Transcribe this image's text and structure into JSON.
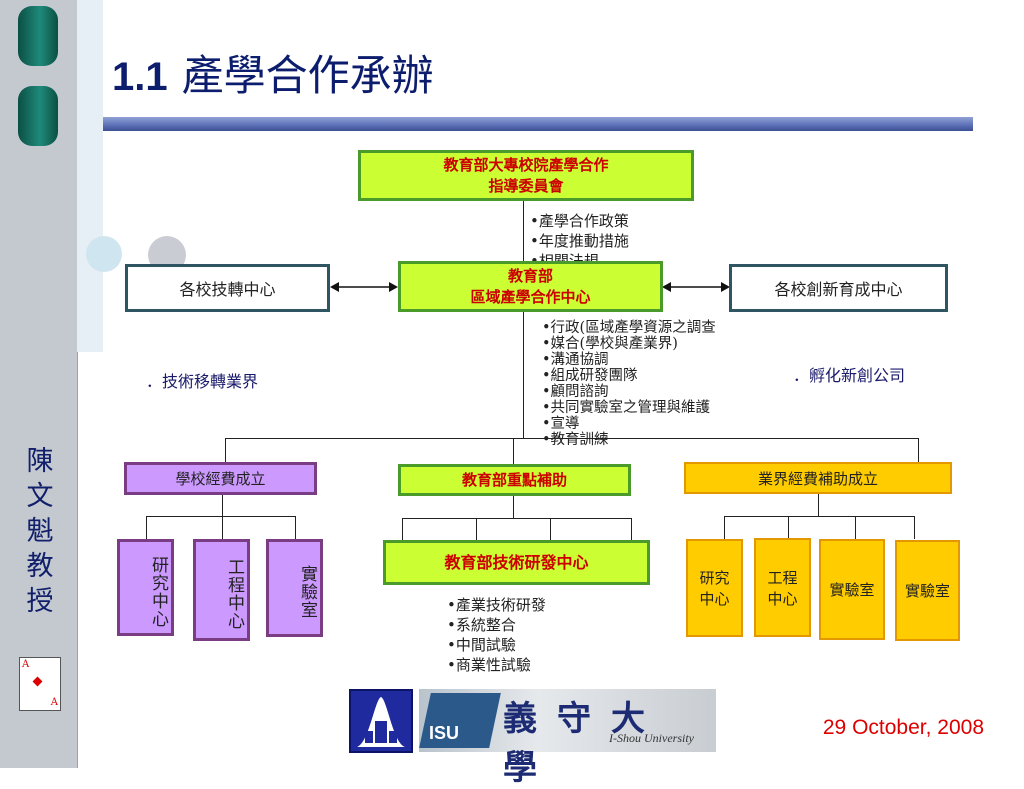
{
  "slide": {
    "title_number": "1.1",
    "title_text": "產學合作承辦",
    "author_vertical": [
      "陳",
      "文",
      "魁",
      "教",
      "授"
    ],
    "date": "29 October, 2008"
  },
  "top": {
    "committee": [
      "教育部大專校院產學合作",
      "指導委員會"
    ],
    "policy_bullets": [
      "•產學合作政策",
      "•年度推動措施",
      "•相關法規"
    ]
  },
  "middle": {
    "center": [
      "教育部",
      "區域產學合作中心"
    ],
    "left": "各校技轉中心",
    "right": "各校創新育成中心",
    "left_note": "．技術移轉業界",
    "right_note": "．孵化新創公司",
    "center_bullets": [
      "•行政(區域產學資源之調查",
      "•媒合(學校與產業界)",
      "•溝通協調",
      "•組成研發團隊",
      "•顧問諮詢",
      "•共同實驗室之管理與維護",
      "•宣導",
      "•教育訓練"
    ]
  },
  "lower": {
    "school": "學校經費成立",
    "moe": "教育部重點補助",
    "industry": "業界經費補助成立",
    "school_units": [
      "研究中心",
      "工程中心",
      "實驗室"
    ],
    "moe_center": "教育部技術研發中心",
    "moe_bullets": [
      "•產業技術研發",
      "•系統整合",
      "•中間試驗",
      "•商業性試驗"
    ],
    "industry_units": [
      "研究\n中心",
      "工程\n中心",
      "實驗室",
      "實驗室"
    ]
  },
  "logos": {
    "university_name": "義守大學",
    "university_en": "I-Shou University",
    "isu": "ISU"
  },
  "colors": {
    "title": "#0c1d6e",
    "accent_green": "#ccff33",
    "accent_red": "#cc0000",
    "purple": "#cc99ff",
    "orange": "#ffcc00",
    "date": "#dd0000"
  }
}
